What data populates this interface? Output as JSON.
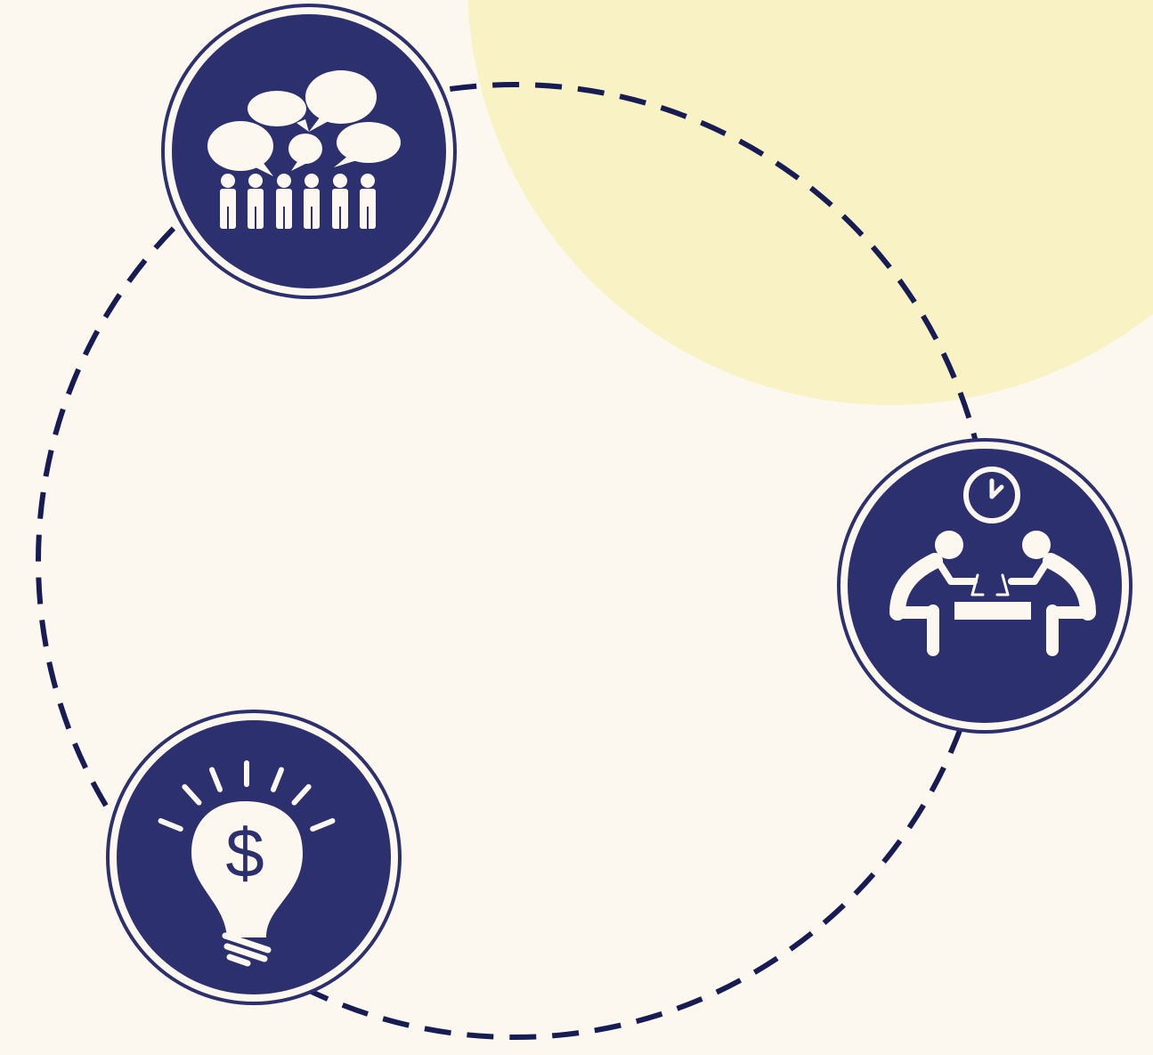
{
  "colors": {
    "background": "#fcf8ef",
    "accent_blob": "#f8f2c4",
    "dash_ring": "#181c55",
    "node_fill": "#2c306e",
    "node_ring": "#fcf8ef",
    "node_outline": "#2c306e",
    "icon": "#fcf8ef"
  },
  "nodes": [
    {
      "id": "crowd",
      "icon": "crowd-speech-bubbles-icon"
    },
    {
      "id": "meeting",
      "icon": "meeting-table-clock-icon"
    },
    {
      "id": "idea",
      "icon": "lightbulb-dollar-icon"
    }
  ],
  "symbols": {
    "currency": "$"
  }
}
